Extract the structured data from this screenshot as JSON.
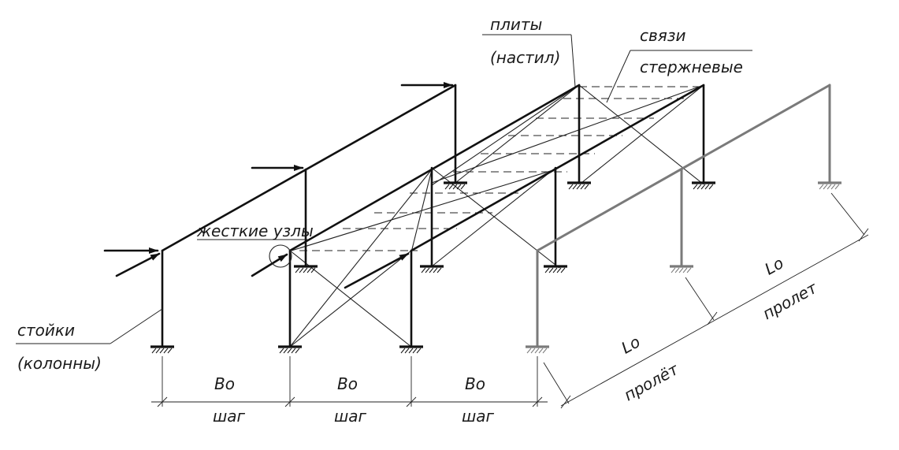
{
  "labels": {
    "plates_line1": "плиты",
    "plates_line2": "(настил)",
    "bracing_line1": "связи",
    "bracing_line2": "стержневые",
    "rigid_nodes": "жесткие узлы",
    "columns_line1": "стойки",
    "columns_line2": "(колонны)",
    "pitch_symbol": "Bo",
    "pitch_word": "шаг",
    "span_symbol": "Lo",
    "span_word": "пролёт",
    "span_word_2": "пролет"
  }
}
